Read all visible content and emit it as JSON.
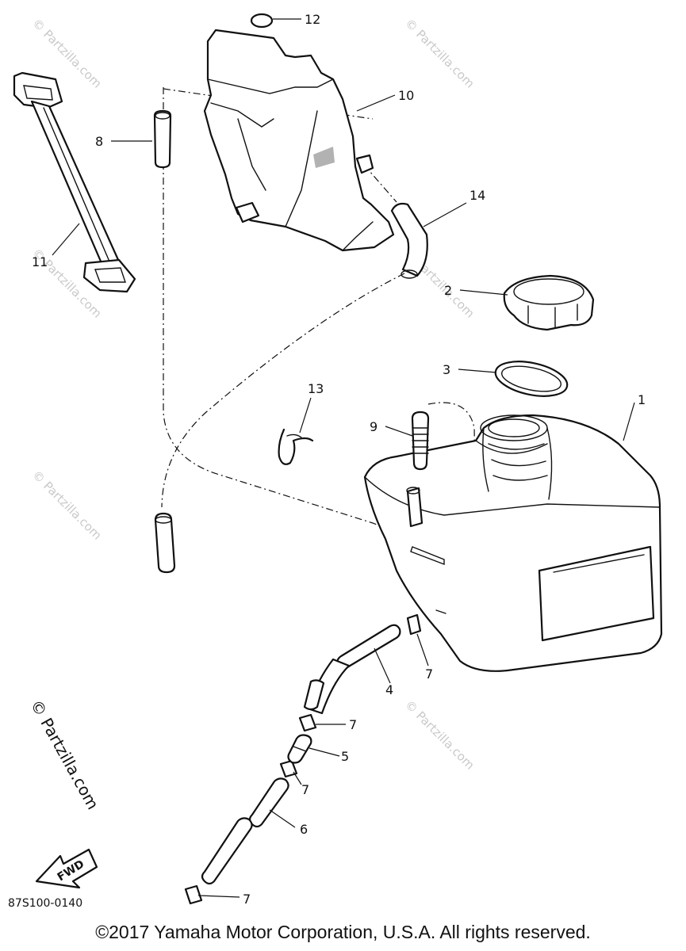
{
  "callouts": {
    "c1": "1",
    "c2": "2",
    "c3": "3",
    "c4": "4",
    "c5": "5",
    "c6": "6",
    "c7a": "7",
    "c7b": "7",
    "c7c": "7",
    "c7d": "7",
    "c8": "8",
    "c9": "9",
    "c10": "10",
    "c11": "11",
    "c12": "12",
    "c13": "13",
    "c14": "14"
  },
  "fwd_label": "FWD",
  "diagram_code": "87S100-0140",
  "watermark": {
    "side": "© Partzilla.com",
    "tile": "© Partzilla.com"
  },
  "copyright": "©2017 Yamaha Motor Corporation, U.S.A. All rights reserved."
}
